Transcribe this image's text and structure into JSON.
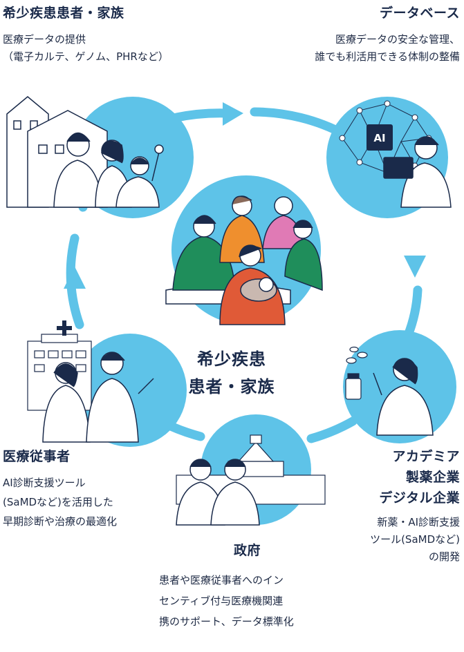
{
  "patients": {
    "title": "希少疾患患者・家族",
    "desc": [
      "医療データの提供",
      "（電子カルテ、ゲノム、PHRなど）"
    ]
  },
  "database": {
    "title": "データベース",
    "desc": [
      "医療データの安全な管理、",
      "誰でも利活用できる体制の整備"
    ],
    "ai_badge": "AI"
  },
  "academia": {
    "title": [
      "アカデミア",
      "製薬企業",
      "デジタル企業"
    ],
    "desc": [
      "新薬・AI診断支援",
      "ツール(SaMDなど)",
      "の開発"
    ]
  },
  "government": {
    "title": "政府",
    "desc": [
      "患者や医療従事者へのイン",
      "センティブ付与医療機関連",
      "携のサポート、データ標準化"
    ]
  },
  "medical": {
    "title": "医療従事者",
    "desc": [
      "AI診断支援ツール",
      "(SaMDなど)を活用した",
      "早期診断や治療の最適化"
    ]
  },
  "center": {
    "label": [
      "希少疾患",
      "患者・家族"
    ]
  },
  "colors": {
    "ring": "#5ec3e8",
    "navy": "#1a2a4a",
    "green": "#1f8e5b",
    "orange": "#ef8f2e",
    "red": "#e05a37",
    "pink": "#e07ab5"
  }
}
